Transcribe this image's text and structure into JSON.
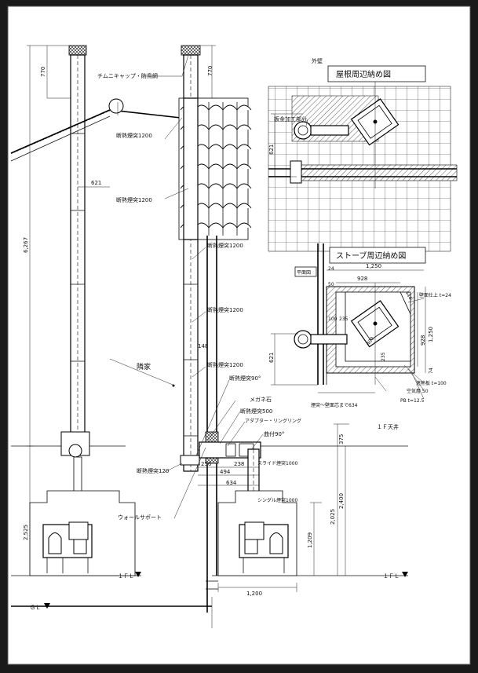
{
  "labels": {
    "chimney_cap": "チムニキャップ・防鳥網",
    "insulated_pipe_1": "断熱煙突1200",
    "insulated_pipe_2": "断熱煙突1200",
    "insulated_pipe_3": "断熱煙突1200",
    "insulated_pipe_4": "断熱煙突1200",
    "insulated_pipe_5": "断熱煙突1200",
    "insulated_elbow": "断熱煙突90°",
    "meganeishi": "メガネ石",
    "insulated_pipe_500": "断熱煙突500",
    "adapter_ring": "アダプター・リングリング",
    "tee_90": "曲付90°",
    "insulated_pipe_120": "断熱煙突120",
    "slide_pipe": "スライド煙突1000",
    "single_pipe": "シングル煙突1000",
    "wall_support": "ウォールサポート",
    "neighbor": "隣家",
    "outer_wall": "外壁",
    "flashing": "板金加工部分",
    "floor_1f": "１ＦＬ",
    "floor_1f_right": "１ＦＬ",
    "ceiling_1f": "１Ｆ天井",
    "gl": "ＧＬ",
    "pb": "PB t=12.5",
    "air_layer": "空気層 50",
    "wall_finish": "壁面仕上 t=24",
    "heat_board": "遮熱板 t=100",
    "distance_note": "煙突～壁面芯まで634",
    "plan_view": "平面図"
  },
  "titles": {
    "roof_detail": "屋根周辺納め図",
    "stove_detail": "ストーブ周辺納め図"
  },
  "dims": {
    "d770_left": "770",
    "d770_mid": "770",
    "d621_h": "621",
    "d6267": "6,267",
    "d2525": "2,525",
    "d621_roof": "621",
    "d1250_h": "1,250",
    "d928_h": "928",
    "d24": "24",
    "d50": "50",
    "d100": "100",
    "d235_a": "235",
    "d235_b": "235",
    "d400": "400",
    "d444": "444",
    "d1250_v": "1,250",
    "d928_v": "928",
    "d74": "74",
    "d621_stove": "621",
    "d148": "148",
    "d256": "256",
    "d238": "238",
    "d494": "494",
    "d634": "634",
    "d375": "375",
    "d2400": "2,400",
    "d2025": "2,025",
    "d1209": "1,209",
    "d1200": "1,200"
  },
  "icons": {
    "level_marker": "level-triangle-icon"
  }
}
